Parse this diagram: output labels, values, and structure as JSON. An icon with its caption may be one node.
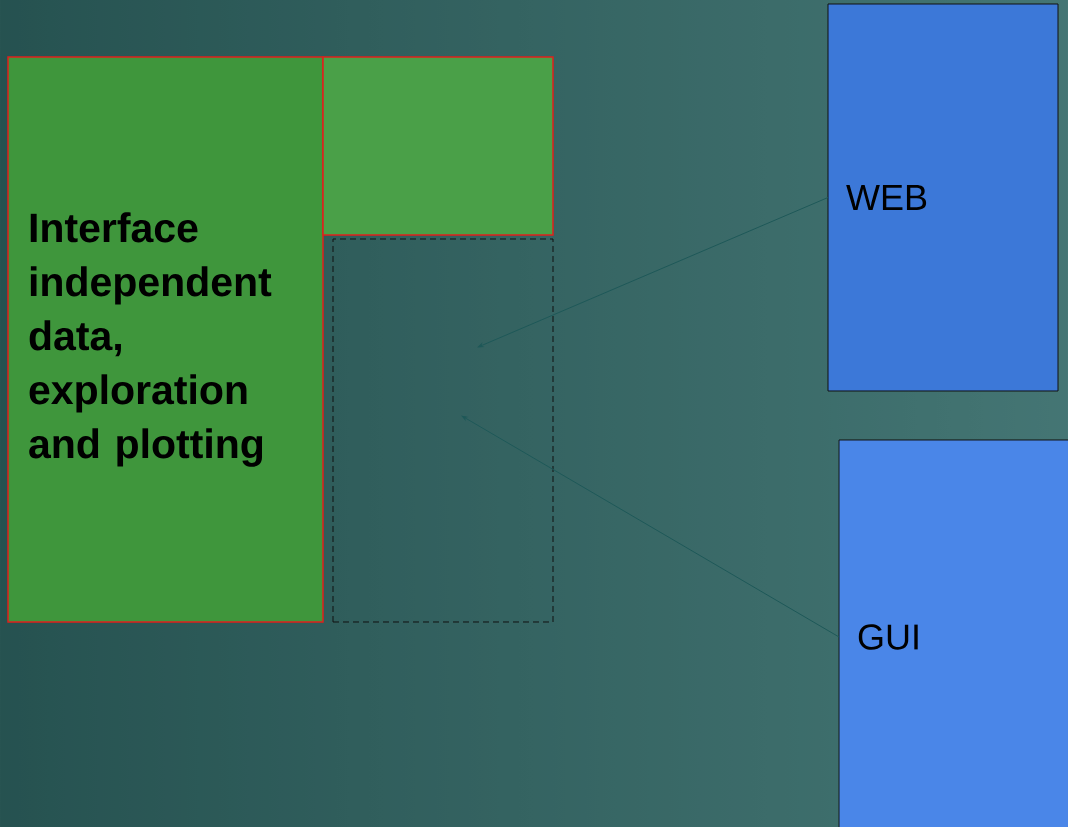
{
  "diagram": {
    "nodes": [
      {
        "text": [
          "Interface independent data, exploration and plotting"
        ]
      },
      {
        "text": [],
        "shape": "box"
      },
      {
        "text": [],
        "shape": "box"
      },
      {
        "text": [
          "WEB"
        ]
      },
      {
        "text": [
          "GUI"
        ]
      }
    ],
    "edges": [
      {
        "from": 3,
        "to": 2,
        "arrow": "to"
      },
      {
        "from": 4,
        "to": 2,
        "arrow": "to"
      }
    ]
  }
}
